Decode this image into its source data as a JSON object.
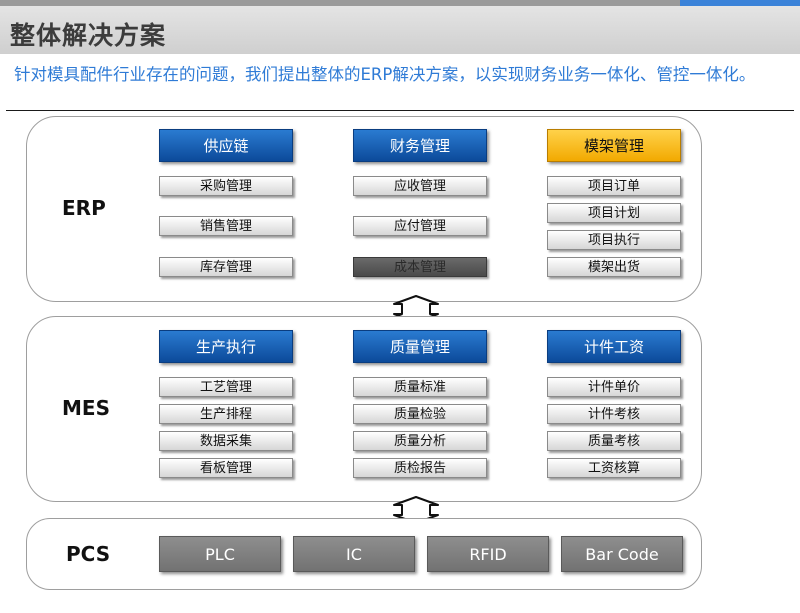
{
  "title": "整体解决方案",
  "intro": "针对模具配件行业存在的问题，我们提出整体的ERP解决方案，以实现财务业务一体化、管控一体化。",
  "erp": {
    "label": "ERP",
    "columns": [
      {
        "header": "供应链",
        "items": [
          "采购管理",
          "销售管理",
          "库存管理"
        ]
      },
      {
        "header": "财务管理",
        "items": [
          "应收管理",
          "应付管理",
          "成本管理"
        ]
      },
      {
        "header": "模架管理",
        "items": [
          "项目订单",
          "项目计划",
          "项目执行",
          "模架出货"
        ]
      }
    ]
  },
  "mes": {
    "label": "MES",
    "columns": [
      {
        "header": "生产执行",
        "items": [
          "工艺管理",
          "生产排程",
          "数据采集",
          "看板管理"
        ]
      },
      {
        "header": "质量管理",
        "items": [
          "质量标准",
          "质量检验",
          "质量分析",
          "质检报告"
        ]
      },
      {
        "header": "计件工资",
        "items": [
          "计件单价",
          "计件考核",
          "质量考核",
          "工资核算"
        ]
      }
    ]
  },
  "pcs": {
    "label": "PCS",
    "items": [
      "PLC",
      "IC",
      "RFID",
      "Bar Code"
    ]
  },
  "colors": {
    "header_blue": "#0c4a9a",
    "header_gold": "#f2a900",
    "intro_text": "#2f7bd6",
    "pcs_box": "#7e7e7e"
  }
}
